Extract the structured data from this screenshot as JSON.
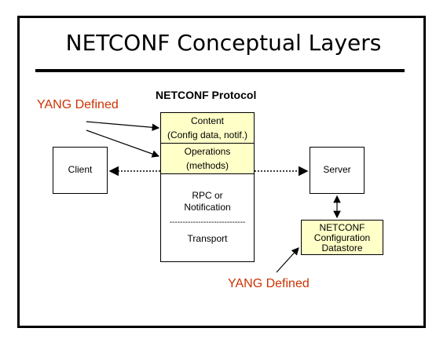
{
  "title": "NETCONF Conceptual Layers",
  "protocol_label": "NETCONF Protocol",
  "yang_top": "YANG Defined",
  "yang_bottom": "YANG Defined",
  "stack": {
    "content": [
      "Content",
      "(Config data, notif.)"
    ],
    "operations": [
      "Operations",
      "(methods)"
    ],
    "rpc": [
      "RPC or",
      "Notification"
    ],
    "separator": "-----------------------------",
    "transport": "Transport"
  },
  "client": "Client",
  "server": "Server",
  "datastore": [
    "NETCONF",
    "Configuration",
    "Datastore"
  ],
  "colors": {
    "yellow_fill": "#ffffc8",
    "yang_text": "#cc3300"
  }
}
